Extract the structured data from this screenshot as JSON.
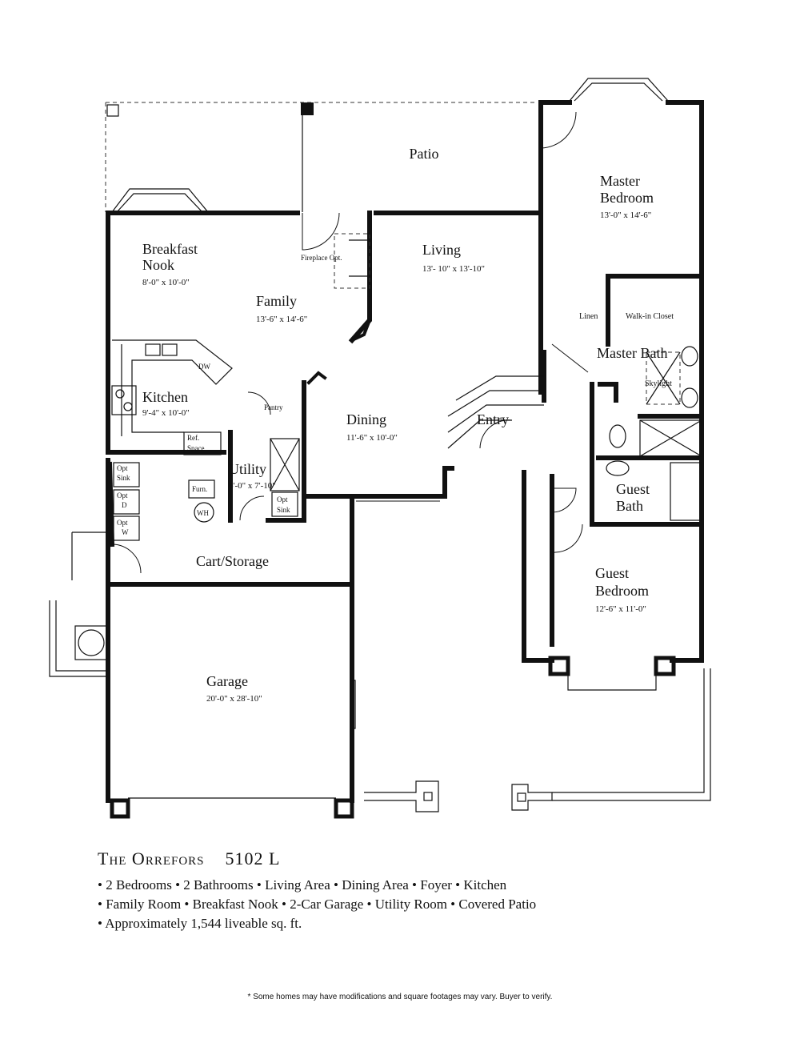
{
  "plan": {
    "rooms": {
      "patio": {
        "name": "Patio"
      },
      "master_bedroom": {
        "name_line1": "Master",
        "name_line2": "Bedroom",
        "dim": "13'-0\" x 14'-6\""
      },
      "breakfast_nook": {
        "name_line1": "Breakfast",
        "name_line2": "Nook",
        "dim": "8'-0\" x 10'-0\""
      },
      "fireplace": {
        "name": "Fireplace Opt."
      },
      "living": {
        "name": "Living",
        "dim": "13'- 10\" x 13'-10\""
      },
      "family": {
        "name": "Family",
        "dim": "13'-6\" x 14'-6\""
      },
      "linen": {
        "name": "Linen"
      },
      "walk_in_closet": {
        "name": "Walk-in Closet"
      },
      "master_bath": {
        "name": "Master Bath"
      },
      "skylight": {
        "name": "Skylight"
      },
      "kitchen": {
        "name": "Kitchen",
        "dim": "9'-4\" x 10'-0\""
      },
      "dw": {
        "name": "DW"
      },
      "pantry": {
        "name": "Pantry"
      },
      "dining": {
        "name": "Dining",
        "dim": "11'-6\" x 10'-0\""
      },
      "entry": {
        "name": "Entry"
      },
      "ref_space": {
        "name_line1": "Ref.",
        "name_line2": "Space"
      },
      "utility": {
        "name": "Utility",
        "dim": "6'-0\" x 7'-10\""
      },
      "guest_bath": {
        "name_line1": "Guest",
        "name_line2": "Bath"
      },
      "opt_sink_left": {
        "name_line1": "Opt",
        "name_line2": "Sink"
      },
      "opt_d": {
        "name_line1": "Opt",
        "name_line2": "D"
      },
      "opt_w": {
        "name_line1": "Opt",
        "name_line2": "W"
      },
      "furn": {
        "name": "Furn."
      },
      "wh": {
        "name": "WH"
      },
      "opt_sink_utility": {
        "name_line1": "Opt",
        "name_line2": "Sink"
      },
      "cart_storage": {
        "name": "Cart/Storage"
      },
      "guest_bedroom": {
        "name_line1": "Guest",
        "name_line2": "Bedroom",
        "dim": "12'-6\" x 11'-0\""
      },
      "garage": {
        "name": "Garage",
        "dim": "20'-0\" x 28'-10\""
      }
    }
  },
  "caption": {
    "title": "The Orrefors",
    "code": "5102 L",
    "features_line1": "• 2 Bedrooms • 2 Bathrooms • Living Area • Dining Area • Foyer • Kitchen",
    "features_line2": "• Family Room • Breakfast Nook • 2-Car Garage • Utility Room • Covered Patio",
    "features_line3": "• Approximately 1,544 liveable sq. ft."
  },
  "disclaimer": "* Some homes may have modifications and square footages may vary. Buyer to verify."
}
